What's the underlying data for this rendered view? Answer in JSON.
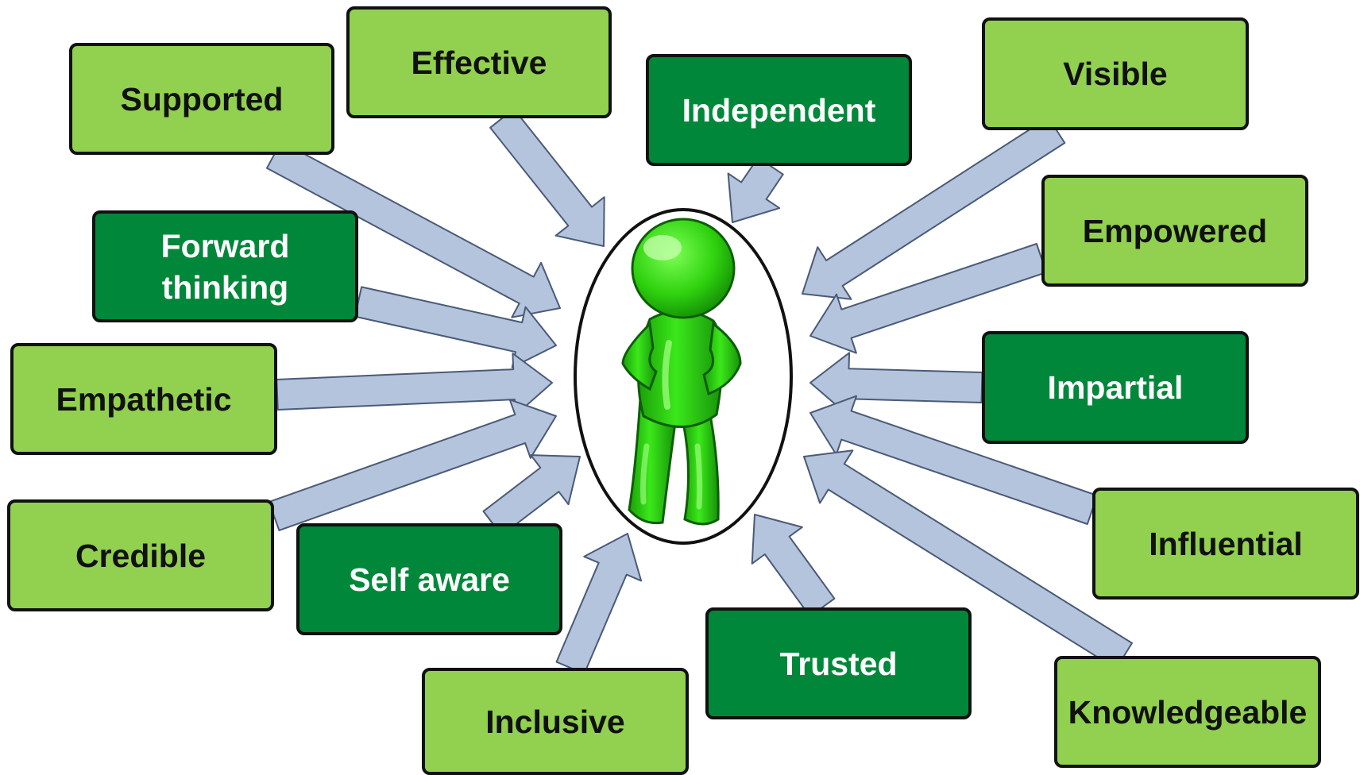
{
  "colors": {
    "light_box": "#92d050",
    "dark_box": "#00873a",
    "arrow_fill": "#b4c4dc",
    "figure": "#33dd11"
  },
  "figure": {
    "icon": "green-person-icon"
  },
  "qualities": [
    {
      "label": "Supported",
      "style": "light"
    },
    {
      "label": "Effective",
      "style": "light"
    },
    {
      "label": "Independent",
      "style": "dark"
    },
    {
      "label": "Visible",
      "style": "light"
    },
    {
      "label": "Forward thinking",
      "style": "dark"
    },
    {
      "label": "Empowered",
      "style": "light"
    },
    {
      "label": "Empathetic",
      "style": "light"
    },
    {
      "label": "Impartial",
      "style": "dark"
    },
    {
      "label": "Credible",
      "style": "light"
    },
    {
      "label": "Self aware",
      "style": "dark"
    },
    {
      "label": "Influential",
      "style": "light"
    },
    {
      "label": "Inclusive",
      "style": "light"
    },
    {
      "label": "Trusted",
      "style": "dark"
    },
    {
      "label": "Knowledgeable",
      "style": "light"
    }
  ]
}
